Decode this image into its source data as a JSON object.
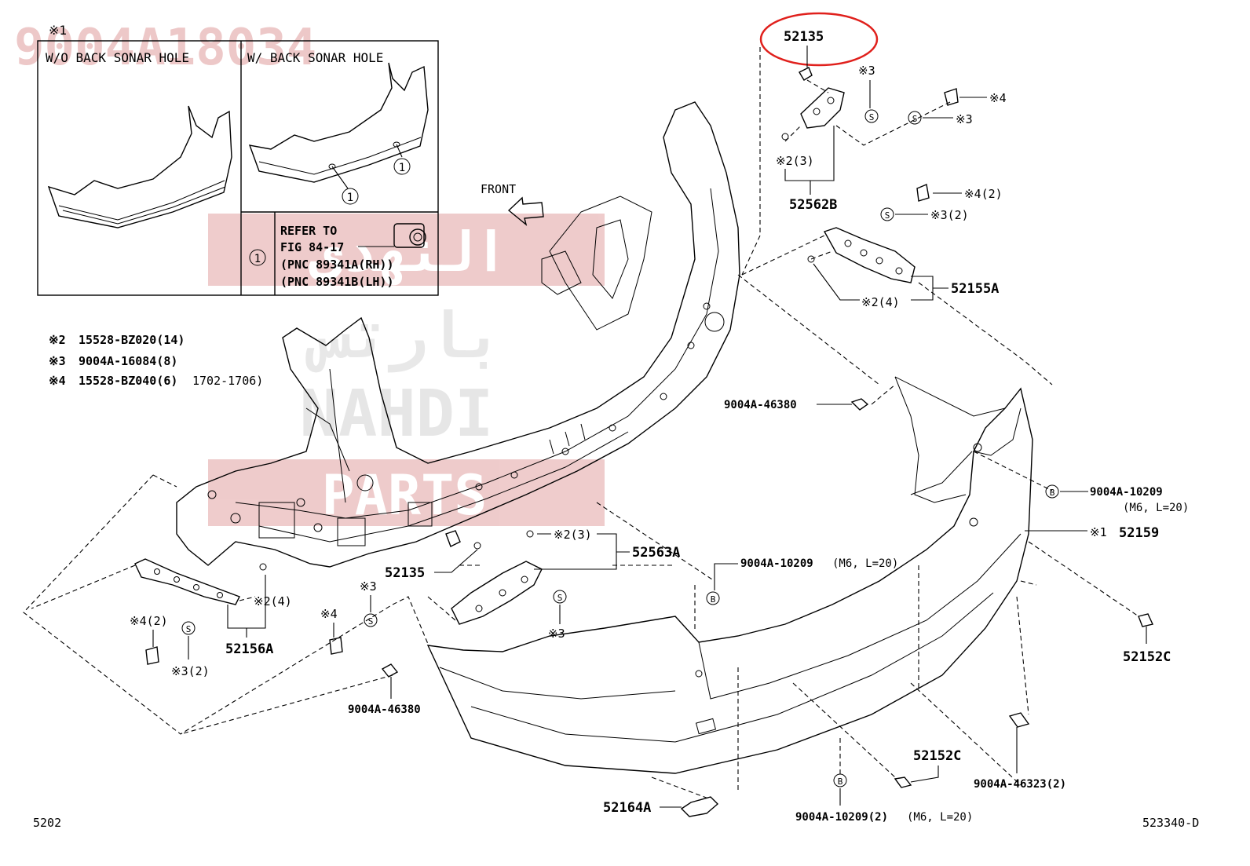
{
  "watermark": {
    "top_code": "9004A18034",
    "arabic_1": "النهدي",
    "arabic_2": "بارتس",
    "latin_1": "NAHDI",
    "latin_2": "PARTS"
  },
  "inset": {
    "marker": "※1",
    "left_title": "W/O BACK SONAR HOLE",
    "right_title": "W/ BACK SONAR HOLE",
    "callout": "1",
    "refer_lines": [
      "REFER TO",
      "FIG 84-17",
      "(PNC 89341A(RH))",
      "(PNC 89341B(LH))"
    ]
  },
  "notes": [
    {
      "mark": "※2",
      "text": "15528-BZ020(14)"
    },
    {
      "mark": "※3",
      "text": "9004A-16084(8)"
    },
    {
      "mark": "※4",
      "text": "15528-BZ040(6)",
      "extra": "1702-1706)"
    }
  ],
  "front_label": "FRONT",
  "labels": {
    "p52135_top": "52135",
    "n3_a": "※3",
    "n4_a": "※4",
    "n3_b": "※3",
    "n2_3_top": "※2(3)",
    "p52562B": "52562B",
    "n4_2_top": "※4(2)",
    "n3_2_top": "※3(2)",
    "p52155A": "52155A",
    "n2_4_right": "※2(4)",
    "p9004A_46380_a": "9004A-46380",
    "p9004A_10209_r": "9004A-10209",
    "m6_r": "(M6, L=20)",
    "n1": "※1",
    "p52159": "52159",
    "n2_3_mid": "※2(3)",
    "p52563A": "52563A",
    "p52135_mid": "52135",
    "p9004A_10209_m": "9004A-10209",
    "m6_m": "(M6, L=20)",
    "n3_mid": "※3",
    "n3_low": "※3",
    "n4_low": "※4",
    "n2_4_left": "※2(4)",
    "n4_2_left": "※4(2)",
    "n3_2_left": "※3(2)",
    "p52156A": "52156A",
    "p9004A_46380_b": "9004A-46380",
    "p52152C_r": "52152C",
    "p52152C_b": "52152C",
    "p9004A_46323": "9004A-46323(2)",
    "p52164A": "52164A",
    "p9004A_10209_b": "9004A-10209(2)",
    "m6_b": "(M6, L=20)",
    "page_left": "5202",
    "page_right": "523340-D",
    "b": "B",
    "s": "S"
  },
  "highlight_color": "#e0201c",
  "watermark_color": "#e8b7b7"
}
